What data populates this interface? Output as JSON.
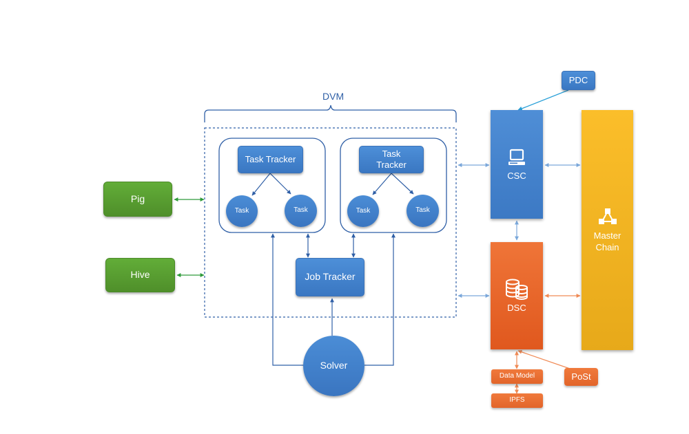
{
  "title": "DVM",
  "nodes": {
    "pig": "Pig",
    "hive": "Hive",
    "task_tracker_1": "Task Tracker",
    "task_tracker_2": "Task Tracker",
    "task_1a": "Task",
    "task_1b": "Task",
    "task_2a": "Task",
    "task_2b": "Task",
    "job_tracker": "Job Tracker",
    "solver": "Solver",
    "pdc": "PDC",
    "csc": "CSC",
    "dsc": "DSC",
    "master_chain": "Master Chain",
    "data_model": "Data Model",
    "ipfs": "IPFS",
    "post": "PoSt"
  },
  "colors": {
    "green": "#5b9f33",
    "blue": "#3f7fcc",
    "orange": "#ea6a2c",
    "yellow": "#f4b422",
    "outline": "#2f5fa6"
  },
  "icons": {
    "csc": "computer-icon",
    "dsc": "database-icon",
    "master_chain": "network-icon"
  }
}
